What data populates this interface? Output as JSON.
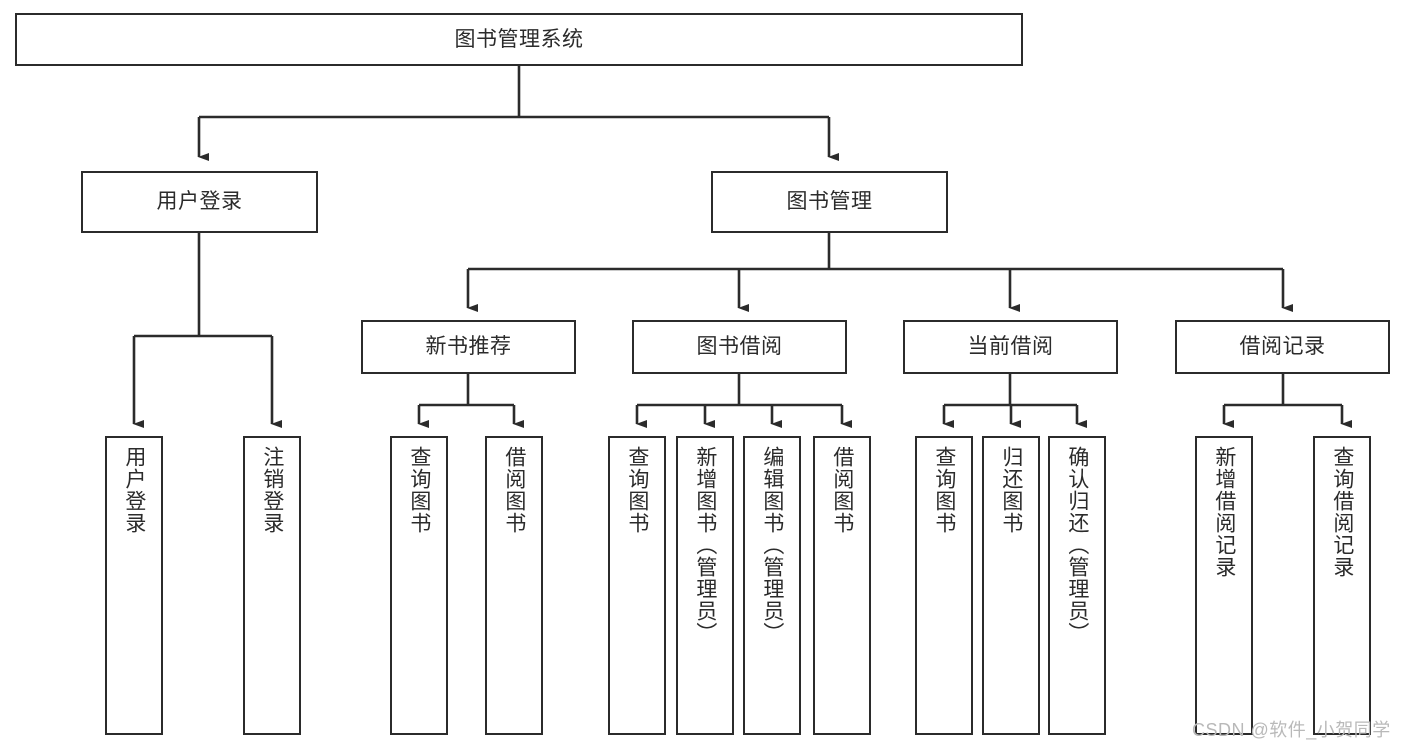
{
  "diagram": {
    "type": "hierarchy-tree",
    "title": "图书管理系统",
    "orientation": "top-down",
    "colors": {
      "background": "#ffffff",
      "box_border": "#2b2b2b",
      "box_fill": "#ffffff",
      "text": "#2b2b2b",
      "connector": "#2b2b2b",
      "watermark": "#b9b9b9"
    }
  },
  "nodes": {
    "root": {
      "label": "图书管理系统",
      "level": 1,
      "orientation": "horizontal"
    },
    "user_login": {
      "label": "用户登录",
      "level": 2,
      "orientation": "horizontal"
    },
    "book_manage": {
      "label": "图书管理",
      "level": 2,
      "orientation": "horizontal"
    },
    "new_book_rec": {
      "label": "新书推荐",
      "level": 3,
      "orientation": "horizontal"
    },
    "book_borrow": {
      "label": "图书借阅",
      "level": 3,
      "orientation": "horizontal"
    },
    "current_borrow": {
      "label": "当前借阅",
      "level": 3,
      "orientation": "horizontal"
    },
    "borrow_record": {
      "label": "借阅记录",
      "level": 3,
      "orientation": "horizontal"
    },
    "leaf_user_login": {
      "label": "用户登录",
      "level": 4,
      "orientation": "vertical"
    },
    "leaf_logout": {
      "label": "注销登录",
      "level": 4,
      "orientation": "vertical"
    },
    "leaf_query_book_1": {
      "label": "查询图书",
      "level": 4,
      "orientation": "vertical"
    },
    "leaf_borrow_book_1": {
      "label": "借阅图书",
      "level": 4,
      "orientation": "vertical"
    },
    "leaf_query_book_2": {
      "label": "查询图书",
      "level": 4,
      "orientation": "vertical"
    },
    "leaf_add_book": {
      "label": "新增图书（管理员）",
      "level": 4,
      "orientation": "vertical"
    },
    "leaf_edit_book": {
      "label": "编辑图书（管理员）",
      "level": 4,
      "orientation": "vertical"
    },
    "leaf_borrow_book_2": {
      "label": "借阅图书",
      "level": 4,
      "orientation": "vertical"
    },
    "leaf_query_book_3": {
      "label": "查询图书",
      "level": 4,
      "orientation": "vertical"
    },
    "leaf_return_book": {
      "label": "归还图书",
      "level": 4,
      "orientation": "vertical"
    },
    "leaf_confirm_return": {
      "label": "确认归还（管理员）",
      "level": 4,
      "orientation": "vertical"
    },
    "leaf_add_record": {
      "label": "新增借阅记录",
      "level": 4,
      "orientation": "vertical"
    },
    "leaf_query_record": {
      "label": "查询借阅记录",
      "level": 4,
      "orientation": "vertical"
    }
  },
  "edges": [
    {
      "from": "root",
      "to": "user_login"
    },
    {
      "from": "root",
      "to": "book_manage"
    },
    {
      "from": "user_login",
      "to": "leaf_user_login"
    },
    {
      "from": "user_login",
      "to": "leaf_logout"
    },
    {
      "from": "book_manage",
      "to": "new_book_rec"
    },
    {
      "from": "book_manage",
      "to": "book_borrow"
    },
    {
      "from": "book_manage",
      "to": "current_borrow"
    },
    {
      "from": "book_manage",
      "to": "borrow_record"
    },
    {
      "from": "new_book_rec",
      "to": "leaf_query_book_1"
    },
    {
      "from": "new_book_rec",
      "to": "leaf_borrow_book_1"
    },
    {
      "from": "book_borrow",
      "to": "leaf_query_book_2"
    },
    {
      "from": "book_borrow",
      "to": "leaf_add_book"
    },
    {
      "from": "book_borrow",
      "to": "leaf_edit_book"
    },
    {
      "from": "book_borrow",
      "to": "leaf_borrow_book_2"
    },
    {
      "from": "current_borrow",
      "to": "leaf_query_book_3"
    },
    {
      "from": "current_borrow",
      "to": "leaf_return_book"
    },
    {
      "from": "current_borrow",
      "to": "leaf_confirm_return"
    },
    {
      "from": "borrow_record",
      "to": "leaf_add_record"
    },
    {
      "from": "borrow_record",
      "to": "leaf_query_record"
    }
  ],
  "watermark": {
    "text": "CSDN @软件_小贺同学"
  }
}
